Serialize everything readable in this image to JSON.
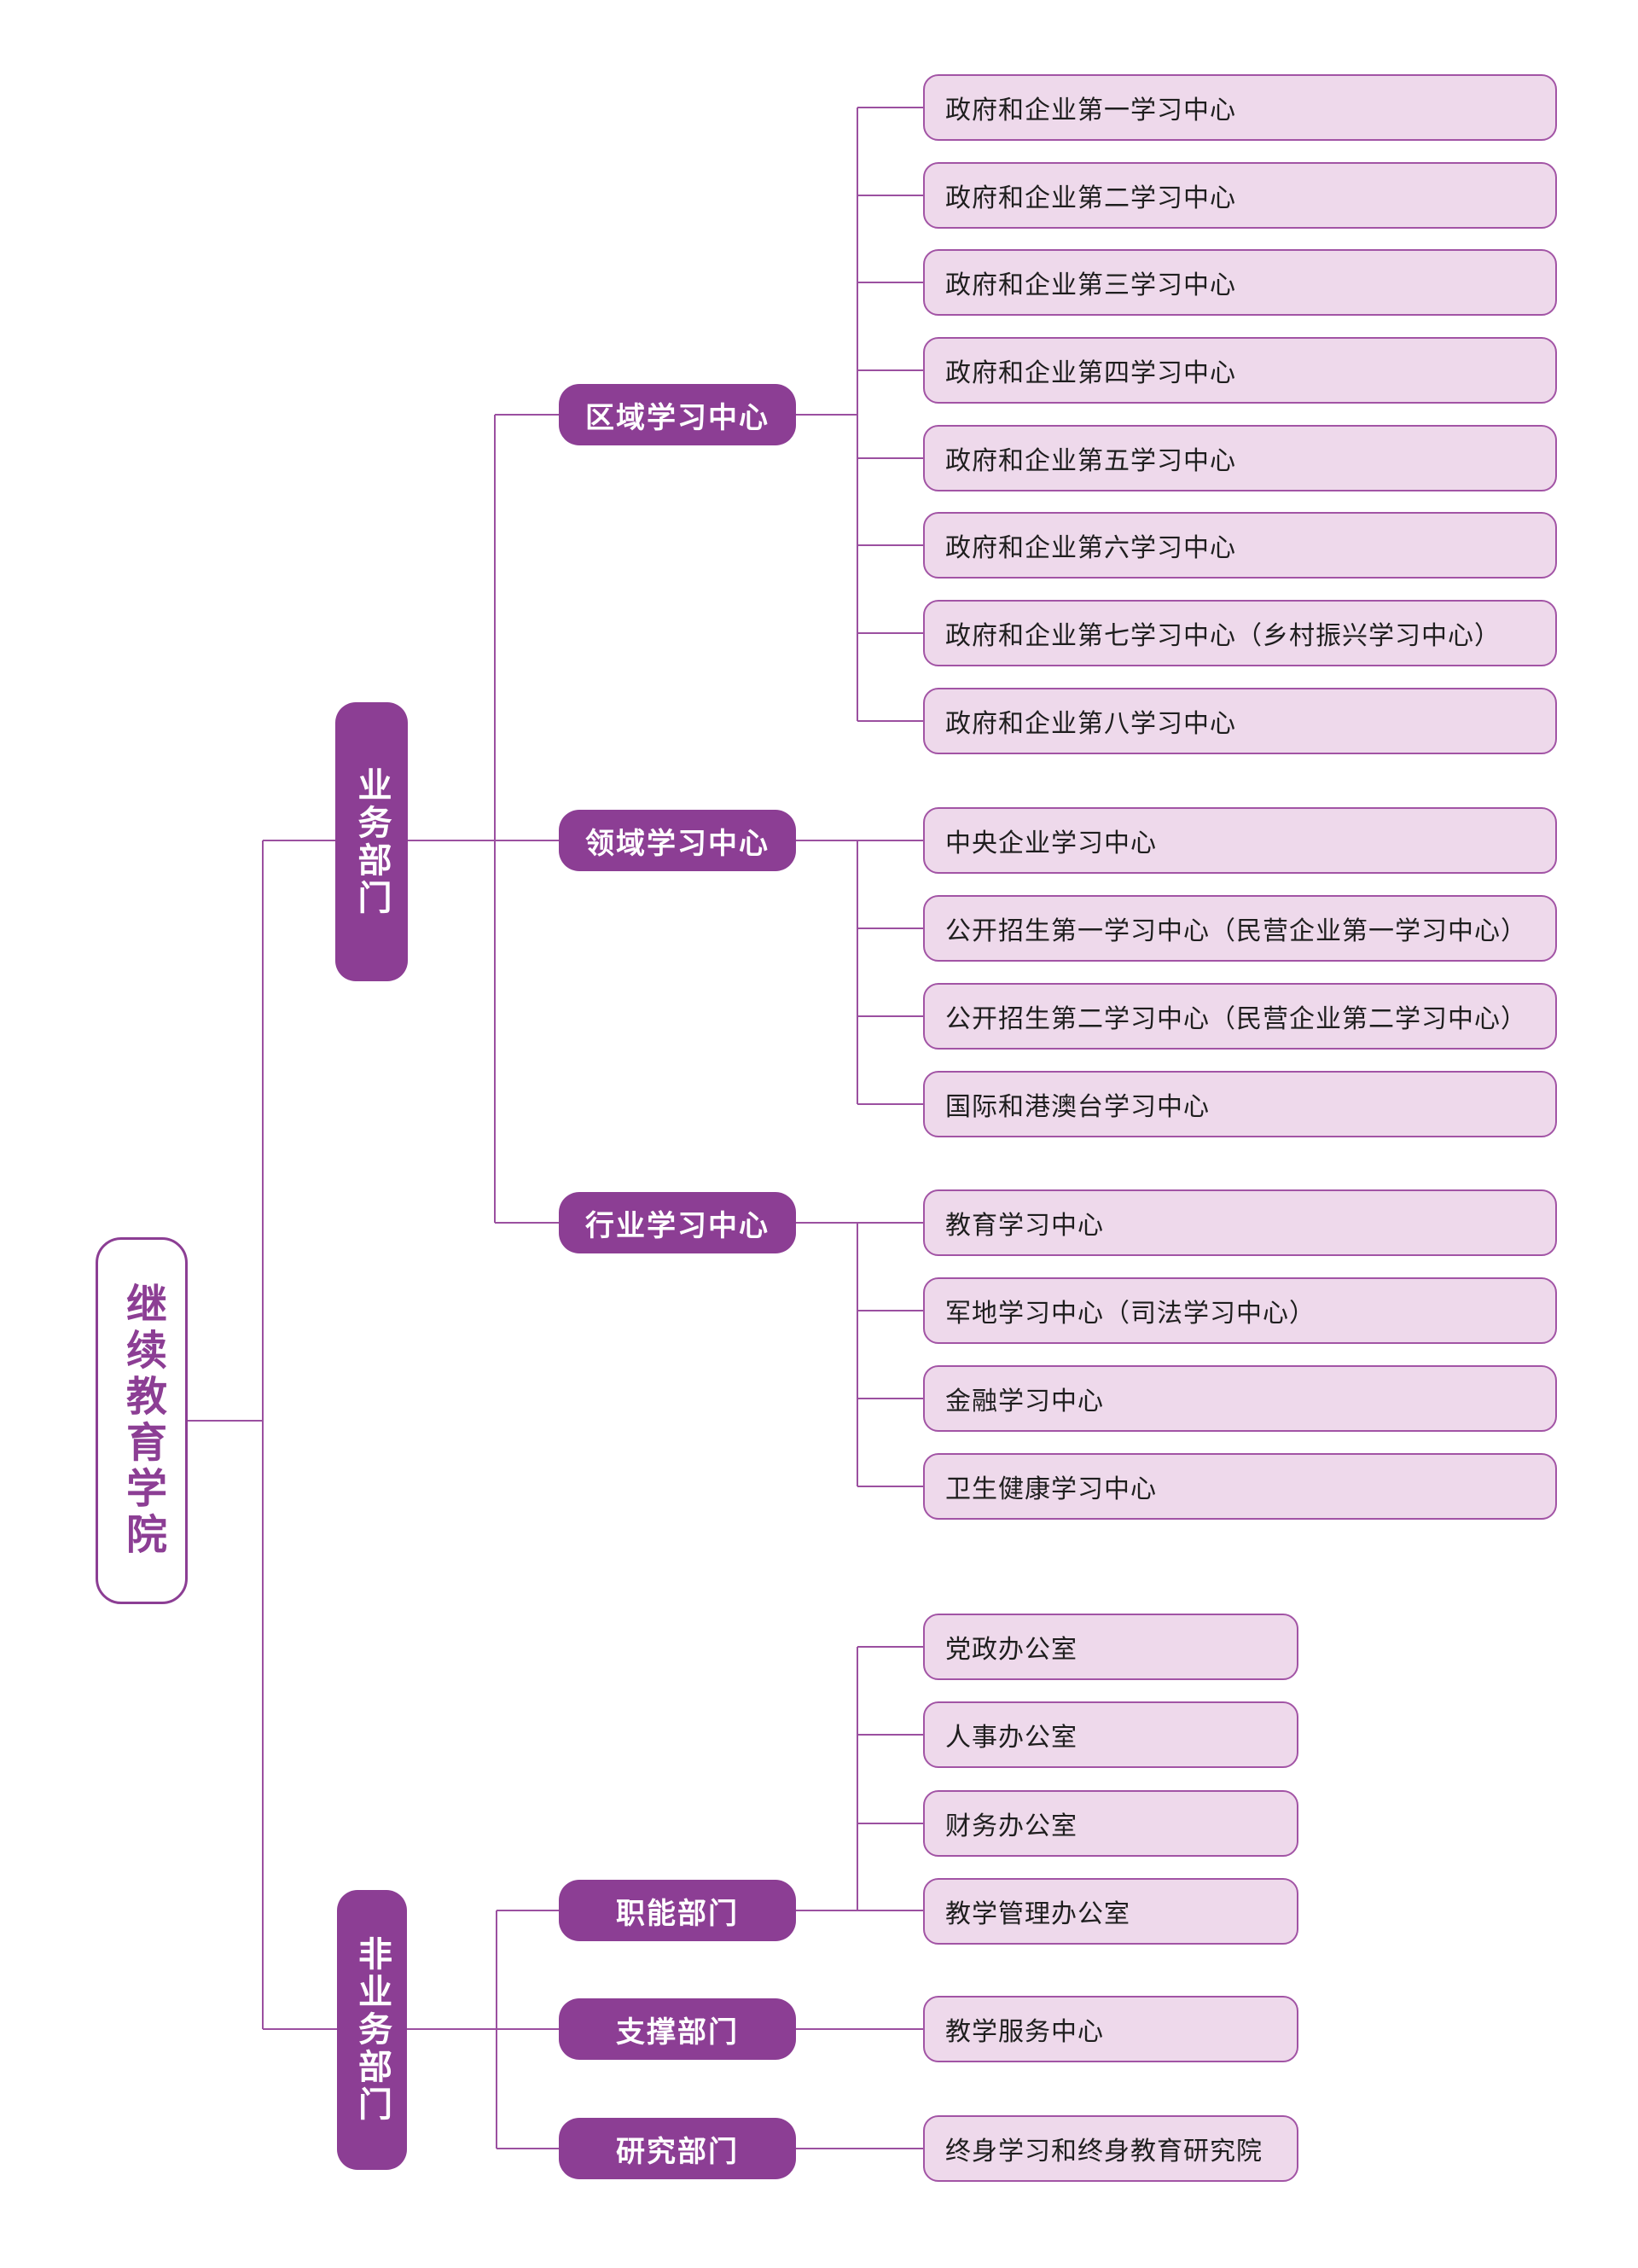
{
  "root": {
    "label": "继续教育学院"
  },
  "branches": [
    {
      "label": "业务部门",
      "groups": [
        {
          "label": "区域学习中心",
          "children": [
            "政府和企业第一学习中心",
            "政府和企业第二学习中心",
            "政府和企业第三学习中心",
            "政府和企业第四学习中心",
            "政府和企业第五学习中心",
            "政府和企业第六学习中心",
            "政府和企业第七学习中心（乡村振兴学习中心）",
            "政府和企业第八学习中心"
          ]
        },
        {
          "label": "领域学习中心",
          "children": [
            "中央企业学习中心",
            "公开招生第一学习中心（民营企业第一学习中心）",
            "公开招生第二学习中心（民营企业第二学习中心）",
            "国际和港澳台学习中心"
          ]
        },
        {
          "label": "行业学习中心",
          "children": [
            "教育学习中心",
            "军地学习中心（司法学习中心）",
            "金融学习中心",
            "卫生健康学习中心"
          ]
        }
      ]
    },
    {
      "label": "非业务部门",
      "groups": [
        {
          "label": "职能部门",
          "children": [
            "党政办公室",
            "人事办公室",
            "财务办公室",
            "教学管理办公室"
          ]
        },
        {
          "label": "支撑部门",
          "children": [
            "教学服务中心"
          ]
        },
        {
          "label": "研究部门",
          "children": [
            "终身学习和终身教育研究院"
          ]
        }
      ]
    }
  ],
  "colors": {
    "node_purple": "#8c3e94",
    "leaf_fill": "#eed9eb",
    "leaf_border": "#a254a5",
    "connector": "#9b50a0",
    "leaf_text": "#1e1e1e",
    "background": "#ffffff"
  }
}
